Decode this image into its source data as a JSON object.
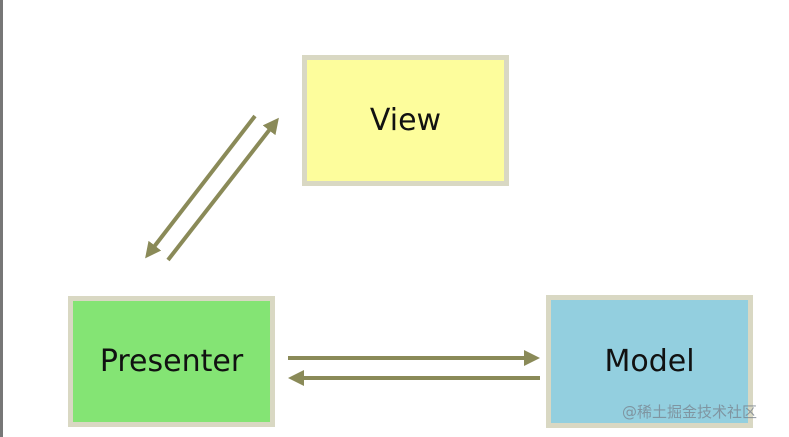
{
  "nodes": {
    "view": {
      "label": "View",
      "color": "#fdfd9c"
    },
    "presenter": {
      "label": "Presenter",
      "color": "#84e474"
    },
    "model": {
      "label": "Model",
      "color": "#93cfdf"
    }
  },
  "edges": [
    {
      "from": "View",
      "to": "Presenter"
    },
    {
      "from": "Presenter",
      "to": "View"
    },
    {
      "from": "Presenter",
      "to": "Model"
    },
    {
      "from": "Model",
      "to": "Presenter"
    }
  ],
  "arrow_color": "#8a8a58",
  "watermark": "@稀土掘金技术社区"
}
